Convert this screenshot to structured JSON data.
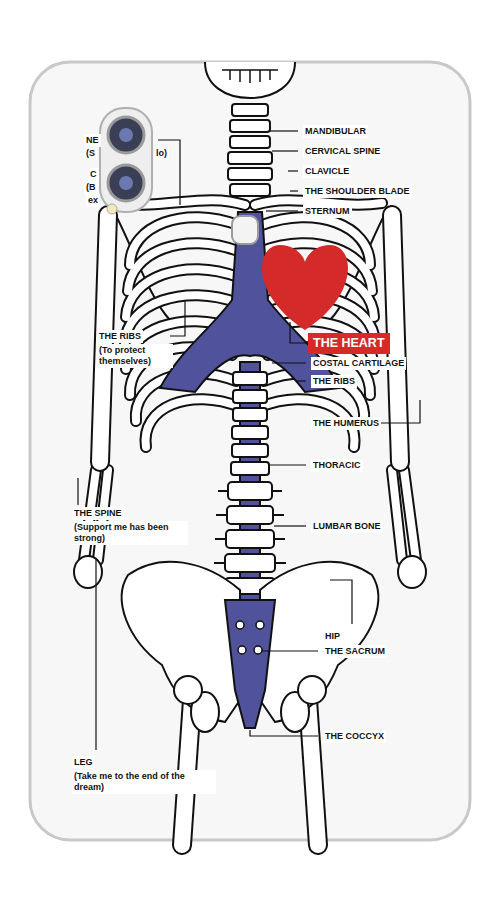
{
  "diagram": {
    "nodes": [
      {
        "text": [
          "THE HEART"
        ]
      }
    ],
    "labels": [
      "NE",
      "(S",
      "lo)",
      "C",
      "(B",
      "ex",
      "MANDIBULAR",
      "CERVICAL SPINE",
      "CLAVICLE",
      "THE SHOULDER BLADE",
      "STERNUM",
      "THE RIBS",
      "(To protect themselves)",
      "COSTAL CARTILAGE",
      "THE RIBS",
      "THE HUMERUS",
      "THORACIC",
      "THE SPINE",
      "(Support me has been strong)",
      "LUMBAR BONE",
      "HIP",
      "THE SACRUM",
      "THE COCCYX",
      "LEG",
      "(Take me to the end of the dream)"
    ]
  }
}
